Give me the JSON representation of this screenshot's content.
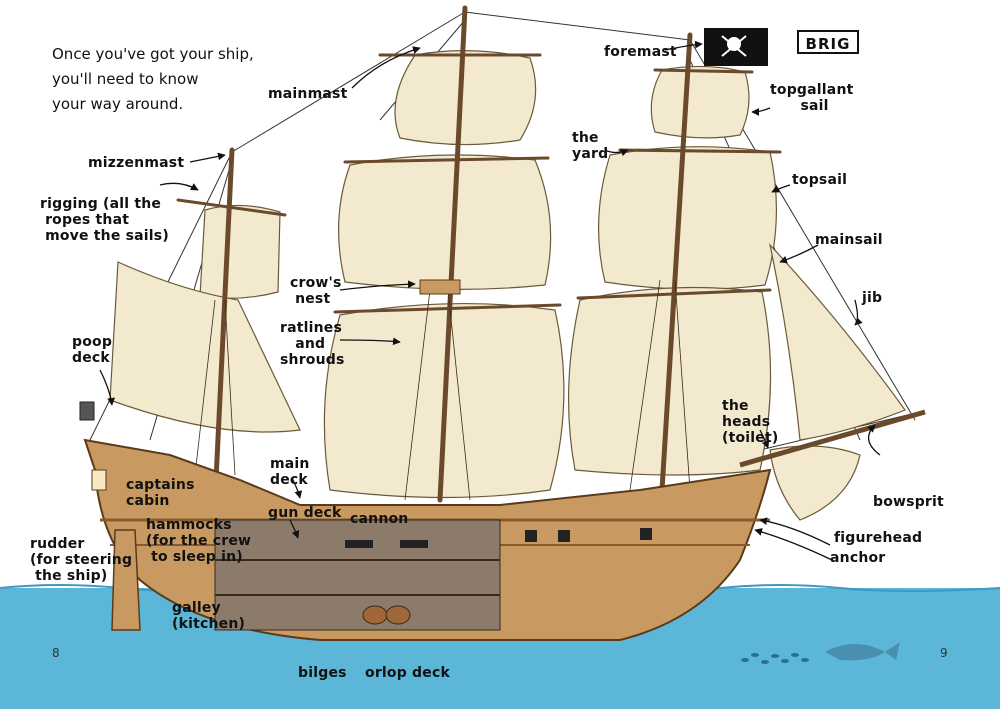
{
  "intro_text": "Once you've got your ship,\nyou'll need to know\nyour way around.",
  "ship_type": "BRIG",
  "labels": {
    "foremast": "foremast",
    "mainmast": "mainmast",
    "topgallant_sail": "topgallant\n      sail",
    "the_yard": "the\nyard",
    "topsail": "topsail",
    "mizzenmast": "mizzenmast",
    "rigging": "rigging (all the\n ropes that\n move the sails)",
    "mainsail": "mainsail",
    "jib": "jib",
    "crows_nest": "crow's\n nest",
    "ratlines_shrouds": "ratlines\n   and\nshrouds",
    "poop_deck": "poop\ndeck",
    "the_heads": "the\nheads\n(toilet)",
    "main_deck": "main\ndeck",
    "captains_cabin": "captains\ncabin",
    "gun_deck": "gun deck",
    "cannon": "cannon",
    "hammocks": "hammocks\n(for the crew\n to sleep in)",
    "rudder": "rudder\n(for steering\n the ship)",
    "bowsprit": "bowsprit",
    "figurehead": "figurehead",
    "anchor": "anchor",
    "galley": "galley\n(kitchen)",
    "bilges": "bilges",
    "orlop_deck": "orlop deck"
  },
  "page_numbers": {
    "left": "8",
    "right": "9"
  },
  "colors": {
    "sea": "#5bb6d8",
    "sail": "#f3e9cf",
    "hull": "#c89a62",
    "hull_dark": "#8a5a2e",
    "hold": "#8c7b6a",
    "mast": "#6b4a2b",
    "flag": "#111111"
  }
}
